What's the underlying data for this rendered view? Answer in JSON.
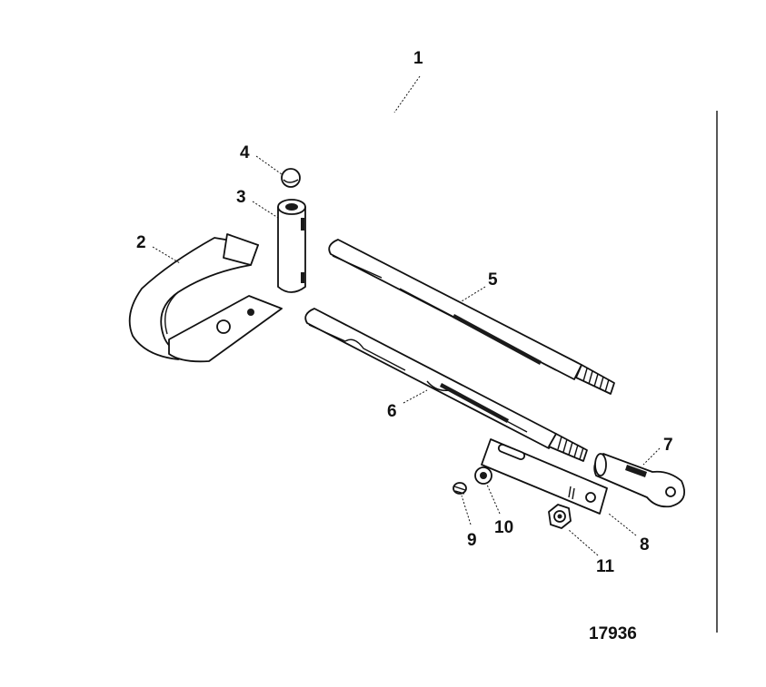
{
  "diagram": {
    "callouts": [
      {
        "id": "1",
        "label": "1"
      },
      {
        "id": "2",
        "label": "2"
      },
      {
        "id": "3",
        "label": "3"
      },
      {
        "id": "4",
        "label": "4"
      },
      {
        "id": "5",
        "label": "5"
      },
      {
        "id": "6",
        "label": "6"
      },
      {
        "id": "7",
        "label": "7"
      },
      {
        "id": "8",
        "label": "8"
      },
      {
        "id": "9",
        "label": "9"
      },
      {
        "id": "10",
        "label": "10"
      },
      {
        "id": "11",
        "label": "11"
      }
    ],
    "figure_number": "17936"
  }
}
